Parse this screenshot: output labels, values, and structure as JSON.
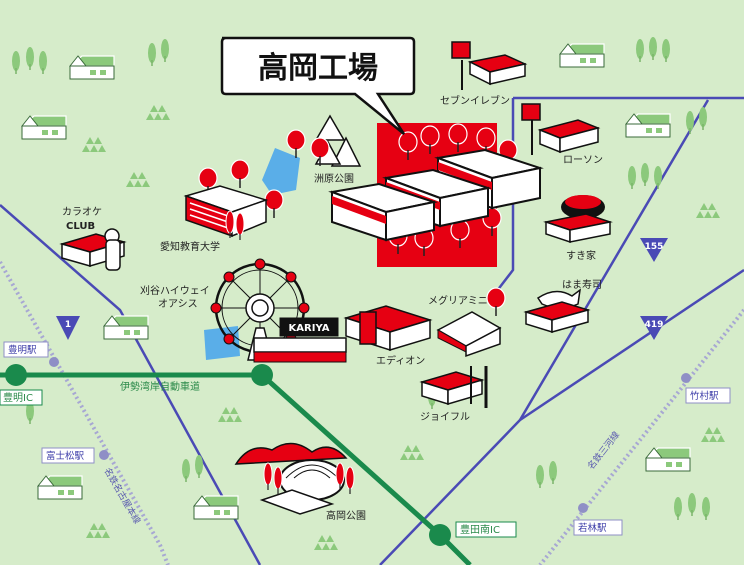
{
  "title": "高岡工場",
  "places": {
    "seven_eleven": "セブンイレブン",
    "lawson": "ローソン",
    "suki_ya": "すき家",
    "hama_sushi": "はま寿司",
    "megulia_mini": "メグリアミニ",
    "edion": "エディオン",
    "joyful": "ジョイフル",
    "suhara_park": "洲原公園",
    "aichi_kyoiku": "愛知教育大学",
    "karaoke_1": "カラオケ",
    "karaoke_2": "CLUB",
    "kariya_oasis_1": "刈谷ハイウェイ",
    "kariya_oasis_2": "オアシス",
    "kariya_sign": "KARIYA",
    "takaoka_park": "高岡公園"
  },
  "stations": {
    "toyoake": "豊明駅",
    "toyoake_ic": "豊明IC",
    "fujimatsu": "富士松駅",
    "takemura": "竹村駅",
    "wakabayashi": "若林駅",
    "toyota_minami_ic": "豊田南IC"
  },
  "roads": {
    "route_1": "1",
    "route_155": "155",
    "route_419": "419",
    "isewangan": "伊勢湾岸自動車道"
  },
  "railways": {
    "meitetsu_nagoya": "名鉄名古屋本線",
    "meitetsu_mikawa": "名鉄三河線"
  },
  "colors": {
    "background": "#d6ecca",
    "accent_red": "#e60012",
    "highway_green": "#1a8a4c",
    "road_blue": "#4a4ab5",
    "rail_purple": "#8f8fc6"
  }
}
